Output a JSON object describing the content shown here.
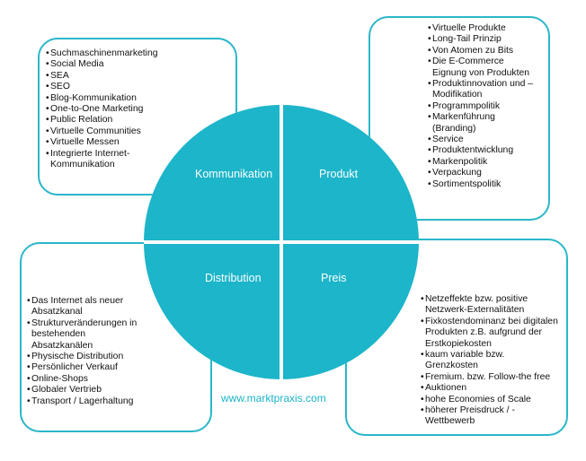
{
  "quadrants": {
    "kommunikation": {
      "label": "Kommunikation",
      "items": [
        "Suchmaschinenmarketing",
        "Social Media",
        "SEA",
        "SEO",
        "Blog-Kommunikation",
        "One-to-One Marketing",
        "Public Relation",
        "Virtuelle Communities",
        "Virtuelle Messen",
        "Integrierte Internet-\nKommunikation"
      ]
    },
    "produkt": {
      "label": "Produkt",
      "items": [
        "Virtuelle Produkte",
        "Long-Tail Prinzip",
        "Von Atomen zu Bits",
        "Die E-Commerce\nEignung von Produkten",
        "Produktinnovation und –\nModifikation",
        "Programmpolitik",
        "Markenführung\n(Branding)",
        "Service",
        "Produktentwicklung",
        "Markenpolitik",
        "Verpackung",
        "Sortimentspolitik"
      ]
    },
    "distribution": {
      "label": "Distribution",
      "items": [
        "Das Internet als neuer\nAbsatzkanal",
        "Strukturveränderungen in\nbestehenden\nAbsatzkanälen",
        "Physische Distribution",
        "Persönlicher Verkauf",
        "Online-Shops",
        "Globaler Vertrieb",
        "Transport / Lagerhaltung"
      ]
    },
    "preis": {
      "label": "Preis",
      "items": [
        "Netzeffekte bzw. positive\nNetzwerk-Externalitäten",
        "Fixkostendominanz bei digitalen\nProdukten z.B. aufgrund der\nErstkopiekosten",
        "kaum variable bzw.\nGrenzkosten",
        "Fremium. bzw. Follow-the free",
        "Auktionen",
        "hohe Economies of Scale",
        "höherer Preisdruck / -\nWettbewerb"
      ]
    }
  },
  "watermark": "www.marktpraxis.com",
  "colors": {
    "accent": "#1cb5c9",
    "border": "#2ab7c9"
  }
}
